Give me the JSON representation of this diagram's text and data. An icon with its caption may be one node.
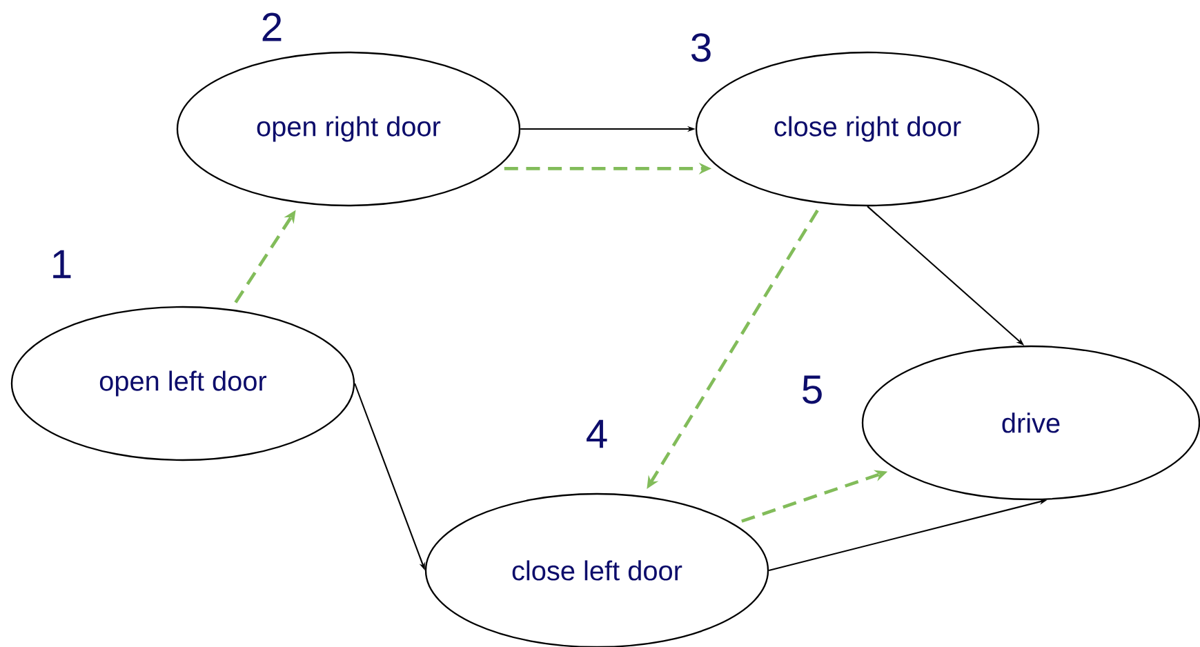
{
  "diagram": {
    "nodes": [
      {
        "text": [
          "open left door"
        ],
        "beside": [
          "1"
        ]
      },
      {
        "text": [
          "open right door"
        ],
        "beside": [
          "2"
        ]
      },
      {
        "text": [
          "close right door"
        ],
        "beside": [
          "3"
        ]
      },
      {
        "text": [
          "close left door"
        ],
        "beside": [
          "4"
        ]
      },
      {
        "text": [
          "drive"
        ],
        "beside": [
          "5"
        ]
      }
    ],
    "edges": [
      {
        "from": 1,
        "to": 2,
        "arrow": "to"
      },
      {
        "from": 1,
        "to": 2,
        "arrow": "to",
        "style": "dashed",
        "color": "#82bc5a"
      },
      {
        "from": 0,
        "to": 1,
        "arrow": "to",
        "style": "dashed",
        "color": "#82bc5a"
      },
      {
        "from": 2,
        "to": 3,
        "arrow": "to",
        "style": "dashed",
        "color": "#82bc5a"
      },
      {
        "from": 3,
        "to": 4,
        "arrow": "to",
        "style": "dashed",
        "color": "#82bc5a"
      },
      {
        "from": 2,
        "to": 4,
        "arrow": "to"
      },
      {
        "from": 0,
        "to": 3,
        "arrow": "to"
      },
      {
        "from": 3,
        "to": 4,
        "arrow": "to"
      }
    ]
  }
}
